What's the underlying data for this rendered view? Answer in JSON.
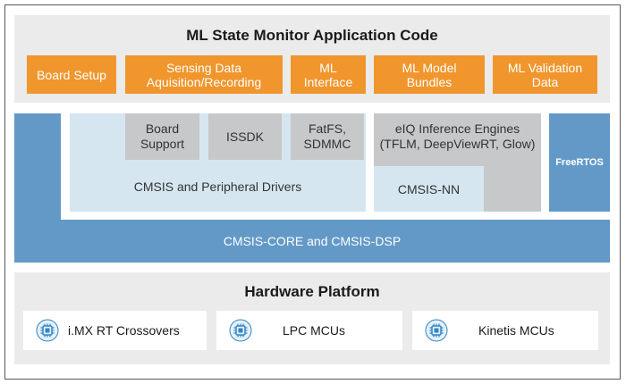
{
  "app": {
    "title": "ML State Monitor Application Code",
    "modules": [
      {
        "label": "Board Setup"
      },
      {
        "label": "Sensing Data\nAquisition/Recording"
      },
      {
        "label": "ML\nInterface"
      },
      {
        "label": "ML Model\nBundles"
      },
      {
        "label": "ML Validation\nData"
      }
    ]
  },
  "middleware": {
    "board_support": "Board\nSupport",
    "issdk": "ISSDK",
    "fatfs": "FatFS,\nSDMMC",
    "eiq": "eIQ Inference Engines\n(TFLM, DeepViewRT, Glow)",
    "cmsis_drivers": "CMSIS and Peripheral Drivers",
    "cmsis_nn": "CMSIS-NN",
    "freertos": "FreeRTOS",
    "cmsis_core": "CMSIS-CORE and CMSIS-DSP"
  },
  "hardware": {
    "title": "Hardware Platform",
    "platforms": [
      {
        "label": "i.MX RT Crossovers",
        "icon": "chip-icon"
      },
      {
        "label": "LPC MCUs",
        "icon": "chip-icon"
      },
      {
        "label": "Kinetis MCUs",
        "icon": "chip-icon"
      }
    ]
  },
  "colors": {
    "orange": "#f0962d",
    "gray": "#c7c8c9",
    "light_blue": "#d5e6f1",
    "blue": "#6399c7",
    "panel": "#ebebeb",
    "chip_blue": "#2f86c7"
  }
}
